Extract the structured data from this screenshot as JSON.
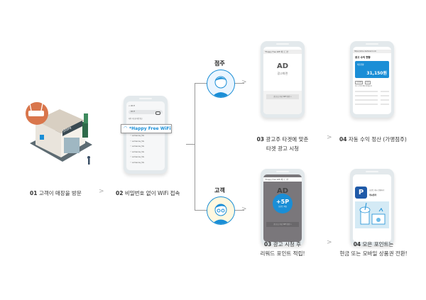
{
  "steps": {
    "s01": {
      "num": "01",
      "text": "고객이 매장을 방문"
    },
    "s02": {
      "num": "02",
      "text": "비밀번호 없이 WiFi 접속"
    },
    "owner": {
      "label": "점주",
      "s03": {
        "num": "03",
        "line1": "광고주 타겟에 맞춘",
        "line2": "타겟 광고 시청"
      },
      "s04": {
        "num": "04",
        "text": "자동 수익 정산 (가맹점주)"
      }
    },
    "customer": {
      "label": "고객",
      "s03": {
        "num": "03",
        "line1": "광고 시청 후",
        "line2": "리워드 포인트 적립!"
      },
      "s04": {
        "num": "04",
        "line1": "모은 포인트는",
        "line2": "현금 또는 모바일 상품권 전환!"
      }
    }
  },
  "store_sign": "Store",
  "wifi_phone": {
    "back": "< Wi-Fi",
    "toggle_label": "Wi-Fi",
    "section": "사용 가능한 네트워크",
    "highlight": "*Happy Free WiFi",
    "networks": [
      "someone_5G",
      "someone_5G",
      "someone_5G",
      "someone_5G",
      "someone_5G",
      "someone_5G"
    ]
  },
  "ad_phone": {
    "header": "*Happy Free WiFi 에 로그인",
    "ad": "AD",
    "ad_sub": "광고화면",
    "button": "광고보고 무료 WiFi 연결 >"
  },
  "revenue_phone": {
    "url": "https://store.dashboard.com",
    "title": "광고 수익 현황",
    "card_label": "매출현황",
    "amount": "31,150원",
    "btn1": "기간선택",
    "btn2": "조회",
    "note": "광고 수익은 매월 정산됩니다"
  },
  "reward_phone": {
    "header": "*Happy Free WiFi 에 로그인",
    "ad": "AD",
    "points": "+5P",
    "points_sub": "포인트 적립",
    "button": "광고보고 무료 WiFi 연결 >"
  },
  "points_phone": {
    "app_line1": "포인트 캐시 전환하기",
    "app_name": "캐시플러",
    "app_icon": "P"
  },
  "colors": {
    "accent": "#1a8ed6",
    "owner_bg": "#eaf5ff",
    "dim": "#7a777b"
  }
}
